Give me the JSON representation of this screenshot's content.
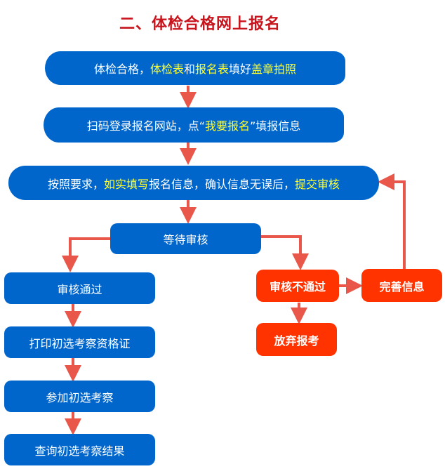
{
  "title": "二、体检合格网上报名",
  "colors": {
    "title": "#c8141c",
    "node_blue": "#0066cc",
    "node_red": "#ff3300",
    "highlight_text": "#ffff33",
    "arrow": "#e8574a"
  },
  "nodes": {
    "step1": {
      "parts": [
        {
          "text": "体检合格，",
          "highlight": false
        },
        {
          "text": "体检表",
          "highlight": true
        },
        {
          "text": "和",
          "highlight": false
        },
        {
          "text": "报名表",
          "highlight": true
        },
        {
          "text": "填好",
          "highlight": false
        },
        {
          "text": "盖章拍照",
          "highlight": true
        }
      ]
    },
    "step2": {
      "parts": [
        {
          "text": "扫码登录报名网站，点“",
          "highlight": false
        },
        {
          "text": "我要报名",
          "highlight": true
        },
        {
          "text": "”填报信息",
          "highlight": false
        }
      ]
    },
    "step3": {
      "parts": [
        {
          "text": "按照要求，",
          "highlight": false
        },
        {
          "text": "如实填写",
          "highlight": true
        },
        {
          "text": "报名信息，确认信息无误后，",
          "highlight": false
        },
        {
          "text": "提交审核",
          "highlight": true
        }
      ]
    },
    "wait_review": "等待审核",
    "review_passed": "审核通过",
    "print_certificate": "打印初选考察资格证",
    "attend_exam": "参加初选考察",
    "query_result": "查询初选考察结果",
    "review_failed": "审核不通过",
    "complete_info": "完善信息",
    "give_up": "放弃报考"
  }
}
